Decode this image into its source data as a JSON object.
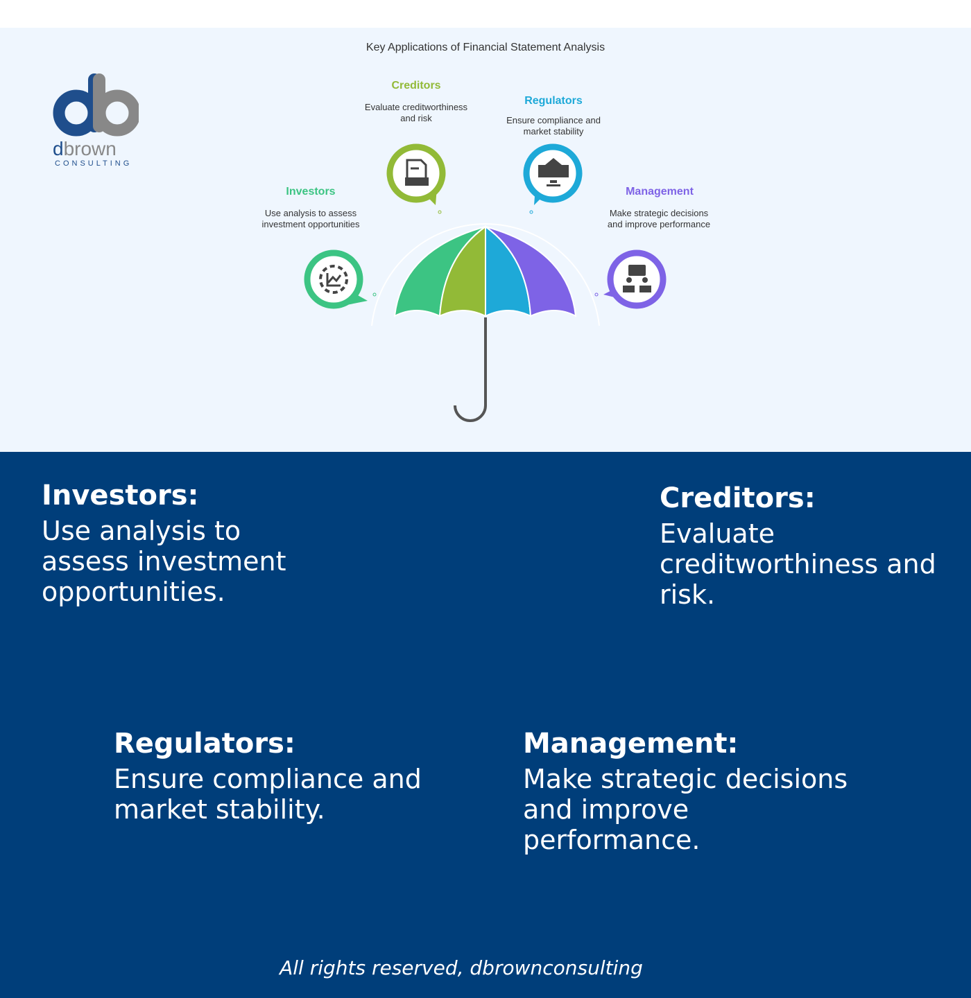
{
  "logo": {
    "mark": "db",
    "name": "dbrown",
    "sub": "CONSULTING"
  },
  "diagram": {
    "title": "Key Applications of Financial Statement Analysis",
    "items": [
      {
        "label": "Investors",
        "desc": "Use analysis to assess investment opportunities",
        "color": "#3CC483",
        "icon": "chart-icon"
      },
      {
        "label": "Creditors",
        "desc": "Evaluate creditworthiness and risk",
        "color": "#92BA37",
        "icon": "handshake-contract-icon"
      },
      {
        "label": "Regulators",
        "desc": "Ensure compliance and market stability",
        "color": "#1EA9D8",
        "icon": "government-building-icon"
      },
      {
        "label": "Management",
        "desc": "Make strategic decisions and improve performance",
        "color": "#7E63E6",
        "icon": "meeting-icon"
      }
    ]
  },
  "cards": [
    {
      "heading": "Investors:",
      "text": "Use analysis to assess investment opportunities."
    },
    {
      "heading": "Creditors:",
      "text": "Evaluate creditworthiness and risk."
    },
    {
      "heading": "Regulators:",
      "text": "Ensure compliance and market stability."
    },
    {
      "heading": "Management:",
      "text": "Make strategic decisions and improve performance."
    }
  ],
  "footer": "All rights reserved, dbrownconsulting"
}
